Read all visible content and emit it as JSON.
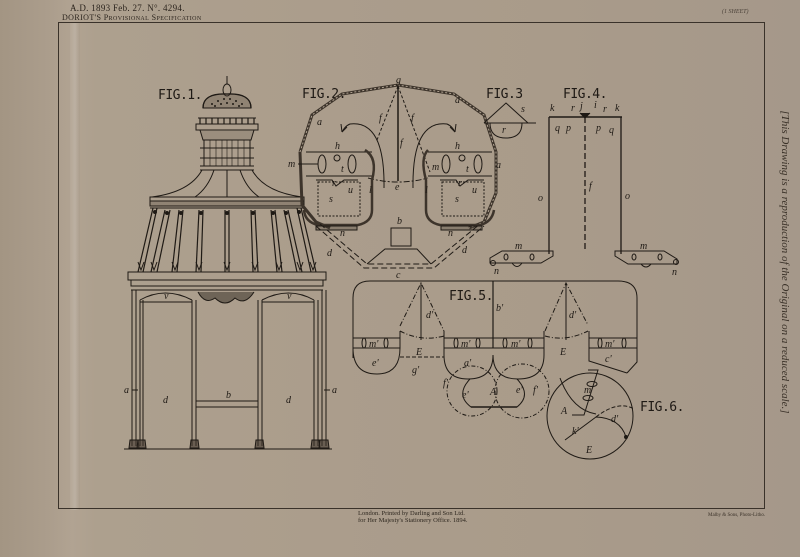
{
  "header": {
    "patent_ref": "A.D. 1893  Feb. 27.  N°. 4294.",
    "specification": "DORIOT'S Provisional Specification",
    "sheet_label": "(1 SHEET)"
  },
  "side_note": "[This Drawing is a reproduction of the Original on a reduced scale.]",
  "footer": {
    "printer_line1": "London. Printed by Darling and Son Ltd.",
    "printer_line2": "for Her Majesty's Stationery Office. 1894.",
    "photolitho": "Malby & Sons, Photo-Litho."
  },
  "figures": {
    "fig1": {
      "label": "FIG.1.",
      "refs": [
        "a",
        "a",
        "b",
        "d",
        "d",
        "v",
        "v"
      ]
    },
    "fig2": {
      "label": "FIG.2.",
      "refs": [
        "g",
        "a",
        "a",
        "a",
        "f",
        "f",
        "f",
        "h",
        "h",
        "m",
        "m",
        "t",
        "t",
        "r",
        "r",
        "u",
        "u",
        "s",
        "s",
        "l",
        "l",
        "e",
        "n",
        "n",
        "d",
        "d",
        "b",
        "c"
      ]
    },
    "fig3": {
      "label": "FIG.3",
      "refs": [
        "s",
        "r"
      ]
    },
    "fig4": {
      "label": "FIG.4.",
      "refs": [
        "k",
        "r",
        "j",
        "i",
        "r",
        "k",
        "q",
        "p",
        "p",
        "q",
        "o",
        "o",
        "f",
        "m",
        "m",
        "n",
        "n"
      ]
    },
    "fig5": {
      "label": "FIG.5.",
      "refs": [
        "d'",
        "b'",
        "d'",
        "m'",
        "m'",
        "m'",
        "m'",
        "E",
        "E",
        "e'",
        "a'",
        "c'",
        "g'",
        "f'",
        "e'",
        "A",
        "e'",
        "f'"
      ]
    },
    "fig6": {
      "label": "FIG.6.",
      "refs": [
        "m'",
        "A",
        "k'",
        "d'",
        "E"
      ]
    }
  }
}
